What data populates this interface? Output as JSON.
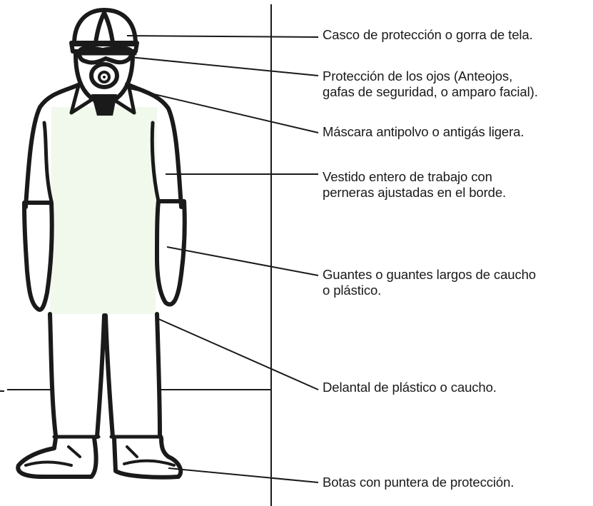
{
  "colors": {
    "ink": "#1a1a1a",
    "apron_tint": "#f1f8ec",
    "background": "#ffffff"
  },
  "labels": {
    "casco": [
      "Casco de protección o gorra de tela."
    ],
    "ojos": [
      "Protección de los ojos (Anteojos,",
      "gafas de seguridad, o amparo facial)."
    ],
    "mascara": [
      "Máscara antipolvo o antigás ligera."
    ],
    "vestido": [
      "Vestido entero de trabajo con",
      "perneras ajustadas en el borde."
    ],
    "guantes": [
      "Guantes o guantes largos de caucho",
      "o plástico."
    ],
    "delantal": [
      "Delantal de plástico o caucho."
    ],
    "botas": [
      "Botas con puntera de protección."
    ]
  }
}
